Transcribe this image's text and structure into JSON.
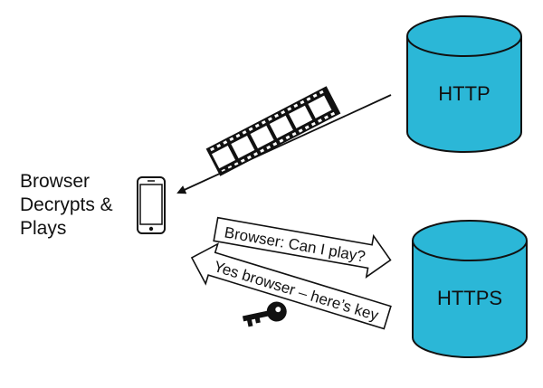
{
  "browser": {
    "label_lines": [
      "Browser",
      "Decrypts &",
      "Plays"
    ],
    "phone_icon": "smartphone-icon"
  },
  "servers": {
    "http": {
      "label": "HTTP",
      "icon": "database-cylinder-icon"
    },
    "https": {
      "label": "HTTPS",
      "icon": "database-cylinder-icon"
    }
  },
  "messages": {
    "request": "Browser: Can I play?",
    "response": "Yes browser – here’s key"
  },
  "icons": {
    "film": "film-strip-icon",
    "key": "key-icon",
    "arrow": "arrow-left-icon"
  },
  "colors": {
    "cylinder_fill": "#2BB7D7",
    "stroke": "#111111",
    "background": "#ffffff"
  }
}
